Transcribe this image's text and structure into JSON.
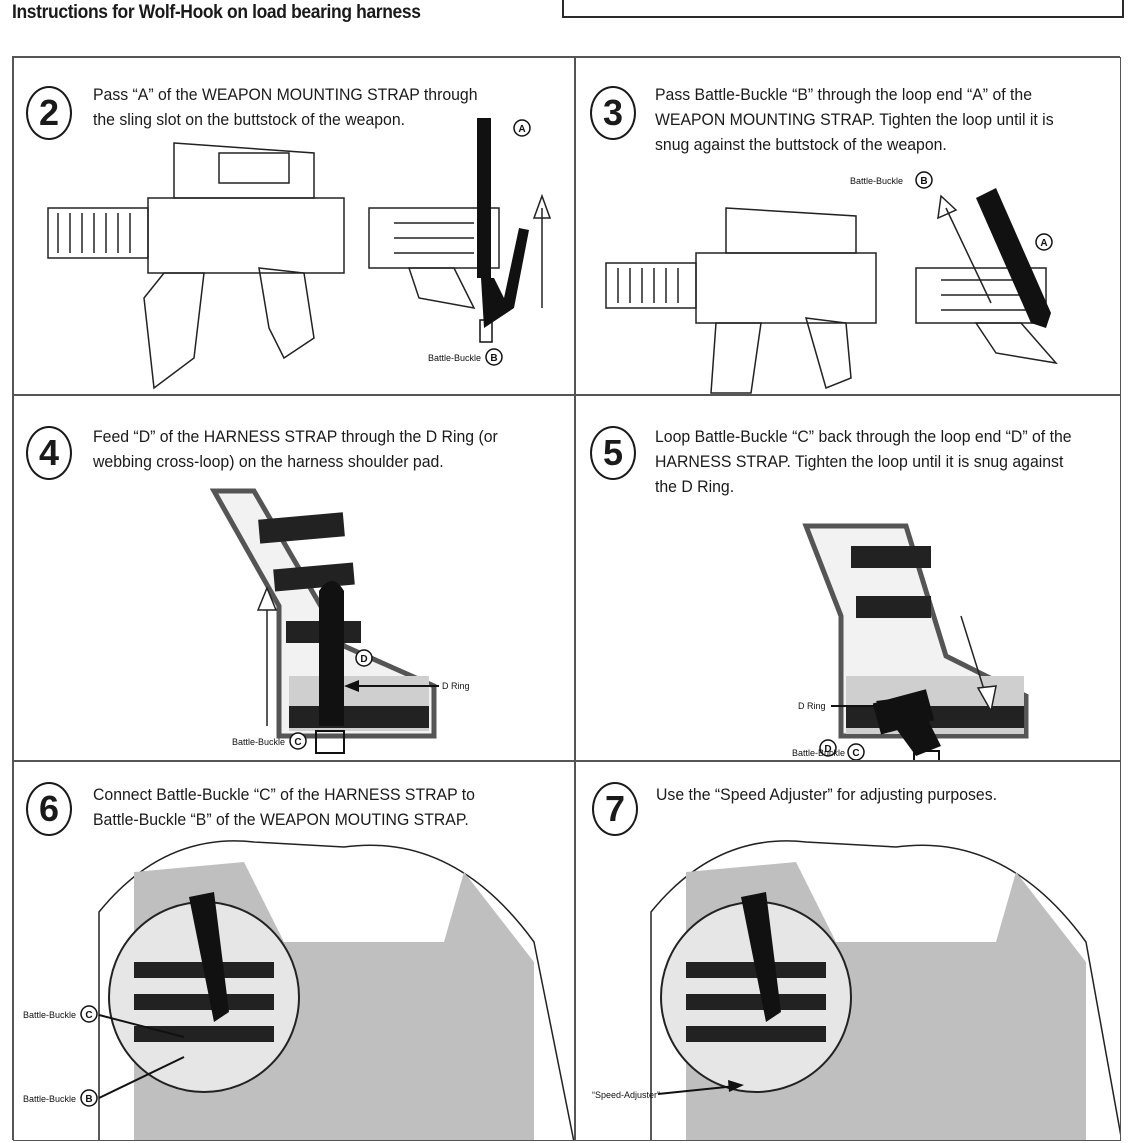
{
  "title": "Instructions for Wolf-Hook on load bearing harness",
  "panels": [
    {
      "step": "2",
      "text": "Pass “A” of the WEAPON MOUNTING STRAP through the sling slot on the buttstock of the weapon.",
      "labels": {
        "a": "A",
        "buckle": "Battle-Buckle",
        "buckle_letter": "B"
      }
    },
    {
      "step": "3",
      "text": "Pass Battle-Buckle “B” through the loop end “A” of the WEAPON MOUNTING STRAP. Tighten the loop until it is snug against the buttstock of the weapon.",
      "labels": {
        "buckle": "Battle-Buckle",
        "buckle_letter": "B",
        "a": "A"
      }
    },
    {
      "step": "4",
      "text": "Feed “D” of the HARNESS STRAP through the D Ring (or webbing cross-loop) on the harness shoulder pad.",
      "labels": {
        "d": "D",
        "dring": "D Ring",
        "buckle": "Battle-Buckle",
        "buckle_letter": "C"
      }
    },
    {
      "step": "5",
      "text": "Loop Battle-Buckle “C” back through the loop end “D” of the HARNESS STRAP. Tighten the loop until it is snug against the D Ring.",
      "labels": {
        "dring": "D Ring",
        "d": "D",
        "buckle": "Battle-Buckle",
        "buckle_letter": "C"
      }
    },
    {
      "step": "6",
      "text": "Connect Battle-Buckle “C” of the HARNESS STRAP to Battle-Buckle “B” of the WEAPON MOUTING STRAP.",
      "labels": {
        "buckle1": "Battle-Buckle",
        "buckle1_letter": "C",
        "buckle2": "Battle-Buckle",
        "buckle2_letter": "B"
      }
    },
    {
      "step": "7",
      "text": "Use the “Speed Adjuster” for adjusting purposes.",
      "labels": {
        "speed": "“Speed-Adjuster”"
      }
    }
  ]
}
